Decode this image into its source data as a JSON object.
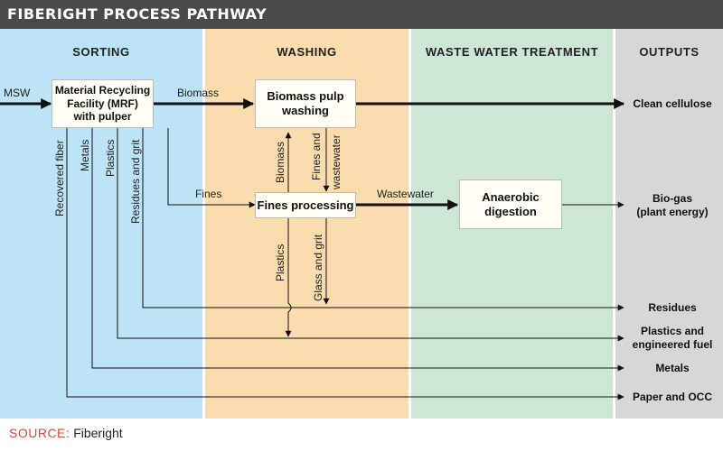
{
  "title": "FIBERIGHT PROCESS PATHWAY",
  "bands": {
    "sorting": {
      "label": "SORTING",
      "color": "#bde3f7"
    },
    "washing": {
      "label": "WASHING",
      "color": "#fbdcae"
    },
    "wastewater": {
      "label": "WASTE WATER TREATMENT",
      "color": "#cde6d6"
    },
    "outputs": {
      "label": "OUTPUTS",
      "color": "#d7d7d7"
    }
  },
  "nodes": {
    "mrf": {
      "line1": "Material Recycling",
      "line2": "Facility (MRF)",
      "line3": "with pulper"
    },
    "pulp": {
      "line1": "Biomass pulp",
      "line2": "washing"
    },
    "fines": {
      "label": "Fines processing"
    },
    "anaerobic": {
      "line1": "Anaerobic",
      "line2": "digestion"
    }
  },
  "flows": {
    "msw": "MSW",
    "biomass": "Biomass",
    "fines": "Fines",
    "wastewater": "Wastewater",
    "recovered_fiber": "Recovered fiber",
    "metals": "Metals",
    "plastics": "Plastics",
    "residues_grit": "Residues and grit",
    "biomass_up": "Biomass",
    "fines_ww_1": "Fines and",
    "fines_ww_2": "wastewater",
    "plastics_down": "Plastics",
    "glass_grit": "Glass and grit"
  },
  "outputs": {
    "clean_cellulose": "Clean cellulose",
    "biogas_1": "Bio-gas",
    "biogas_2": "(plant energy)",
    "residues": "Residues",
    "plastics_fuel_1": "Plastics and",
    "plastics_fuel_2": "engineered fuel",
    "metals": "Metals",
    "paper_occ": "Paper and OCC"
  },
  "source": {
    "key": "SOURCE:",
    "value": "Fiberight"
  }
}
